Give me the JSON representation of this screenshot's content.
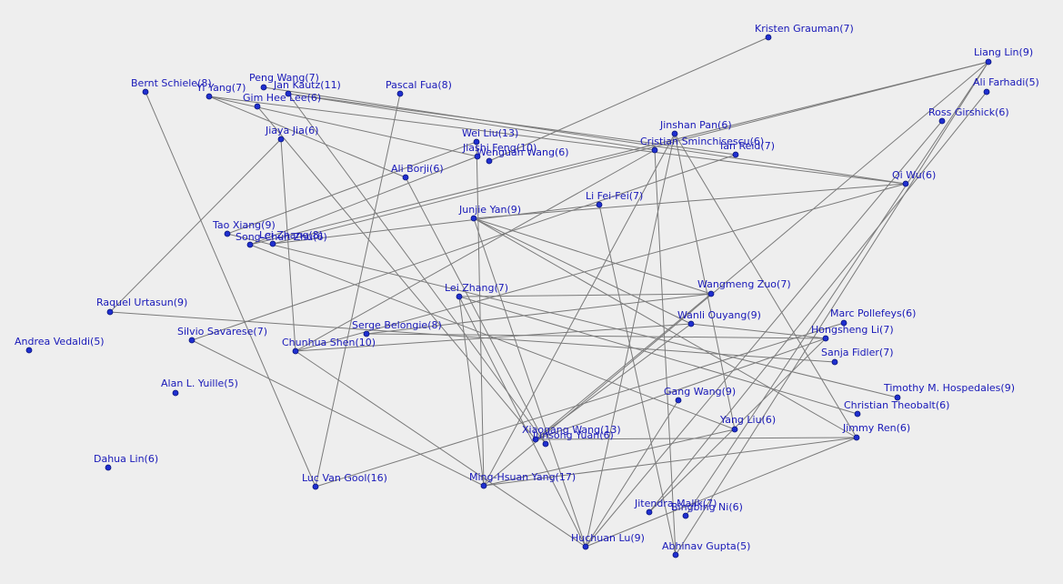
{
  "graph": {
    "nodes": [
      {
        "id": "kristen",
        "label": "Kristen Grauman(7)"
      },
      {
        "id": "liang",
        "label": "Liang Lin(9)"
      },
      {
        "id": "farhadi",
        "label": "Ali Farhadi(5)"
      },
      {
        "id": "girshick",
        "label": "Ross Girshick(6)"
      },
      {
        "id": "schiele",
        "label": "Bernt Schiele(8)"
      },
      {
        "id": "pengwang",
        "label": "Peng Wang(7)"
      },
      {
        "id": "yiyang",
        "label": "Yi Yang(7)"
      },
      {
        "id": "kautz",
        "label": "Jan Kautz(11)"
      },
      {
        "id": "gimhee",
        "label": "Gim Hee Lee(6)"
      },
      {
        "id": "fua",
        "label": "Pascal Fua(8)"
      },
      {
        "id": "jinshan",
        "label": "Jinshan Pan(6)"
      },
      {
        "id": "smin",
        "label": "Cristian Sminchisescu(6)"
      },
      {
        "id": "reid",
        "label": "Ian Reid(7)"
      },
      {
        "id": "jiaya",
        "label": "Jiaya Jia(6)"
      },
      {
        "id": "weiliu",
        "label": "Wei Liu(13)"
      },
      {
        "id": "jiashi",
        "label": "Jiashi Feng(10)"
      },
      {
        "id": "wenguan",
        "label": "Wenguan Wang(6)"
      },
      {
        "id": "qiwu",
        "label": "Qi Wu(6)"
      },
      {
        "id": "borji",
        "label": "Ali Borji(6)"
      },
      {
        "id": "feifei",
        "label": "Li Fei-Fei(7)"
      },
      {
        "id": "junjie",
        "label": "Junjie Yan(9)"
      },
      {
        "id": "taoxiang",
        "label": "Tao Xiang(9)"
      },
      {
        "id": "leizhang8",
        "label": "Lei Zhang(8)"
      },
      {
        "id": "songchun",
        "label": "Song-Chun Zhu(6)"
      },
      {
        "id": "raquel",
        "label": "Raquel Urtasun(9)"
      },
      {
        "id": "leizhang7",
        "label": "Lei Zhang(7)"
      },
      {
        "id": "wangmeng",
        "label": "Wangmeng Zuo(7)"
      },
      {
        "id": "pollefeys",
        "label": "Marc Pollefeys(6)"
      },
      {
        "id": "ouyang",
        "label": "Wanli Ouyang(9)"
      },
      {
        "id": "hongsheng",
        "label": "Hongsheng Li(7)"
      },
      {
        "id": "savarese",
        "label": "Silvio Savarese(7)"
      },
      {
        "id": "belongie",
        "label": "Serge Belongie(8)"
      },
      {
        "id": "vedaldi",
        "label": "Andrea Vedaldi(5)"
      },
      {
        "id": "chunhua",
        "label": "Chunhua Shen(10)"
      },
      {
        "id": "fidler",
        "label": "Sanja Fidler(7)"
      },
      {
        "id": "yuille",
        "label": "Alan L. Yuille(5)"
      },
      {
        "id": "hospedales",
        "label": "Timothy M. Hospedales(9)"
      },
      {
        "id": "gangwang",
        "label": "Gang Wang(9)"
      },
      {
        "id": "theobalt",
        "label": "Christian Theobalt(6)"
      },
      {
        "id": "yangliu",
        "label": "Yang Liu(6)"
      },
      {
        "id": "xiaogang",
        "label": "Xiaogang Wang(13)"
      },
      {
        "id": "jimmy",
        "label": "Jimmy Ren(6)"
      },
      {
        "id": "junsong",
        "label": "Junsong Yuan(6)"
      },
      {
        "id": "dahua",
        "label": "Dahua Lin(6)"
      },
      {
        "id": "vangool",
        "label": "Luc Van Gool(16)"
      },
      {
        "id": "mhyang",
        "label": "Ming-Hsuan Yang(17)"
      },
      {
        "id": "malik",
        "label": "Jitendra Malik(7)"
      },
      {
        "id": "bingbing",
        "label": "Bingbing Ni(6)"
      },
      {
        "id": "huchuan",
        "label": "Huchuan Lu(9)"
      },
      {
        "id": "gupta",
        "label": "Abhinav Gupta(5)"
      }
    ],
    "edges": [
      [
        "kristen",
        "wenguan"
      ],
      [
        "liang",
        "leizhang8"
      ],
      [
        "liang",
        "songchun"
      ],
      [
        "liang",
        "mhyang"
      ],
      [
        "liang",
        "gupta"
      ],
      [
        "liang",
        "bingbing"
      ],
      [
        "farhadi",
        "malik"
      ],
      [
        "girshick",
        "huchuan"
      ],
      [
        "schiele",
        "vangool"
      ],
      [
        "yiyang",
        "qiwu"
      ],
      [
        "yiyang",
        "borji"
      ],
      [
        "yiyang",
        "jiashi"
      ],
      [
        "pengwang",
        "qiwu"
      ],
      [
        "kautz",
        "reid"
      ],
      [
        "kautz",
        "junsong"
      ],
      [
        "kautz",
        "smin"
      ],
      [
        "gimhee",
        "xiaogang"
      ],
      [
        "fua",
        "vangool"
      ],
      [
        "jiaya",
        "raquel"
      ],
      [
        "jiaya",
        "chunhua"
      ],
      [
        "weiliu",
        "taoxiang"
      ],
      [
        "weiliu",
        "mhyang"
      ],
      [
        "jiashi",
        "songchun"
      ],
      [
        "borji",
        "junsong"
      ],
      [
        "feifei",
        "leizhang8"
      ],
      [
        "feifei",
        "gupta"
      ],
      [
        "junjie",
        "jimmy"
      ],
      [
        "junjie",
        "wangmeng"
      ],
      [
        "junjie",
        "ouyang"
      ],
      [
        "junjie",
        "huchuan"
      ],
      [
        "jinshan",
        "mhyang"
      ],
      [
        "jinshan",
        "huchuan"
      ],
      [
        "jinshan",
        "yangliu"
      ],
      [
        "jinshan",
        "jimmy"
      ],
      [
        "smin",
        "chunhua"
      ],
      [
        "smin",
        "gupta"
      ],
      [
        "reid",
        "savarese"
      ],
      [
        "qiwu",
        "chunhua"
      ],
      [
        "qiwu",
        "junjie"
      ],
      [
        "taoxiang",
        "hospedales"
      ],
      [
        "songchun",
        "yangliu"
      ],
      [
        "raquel",
        "fidler"
      ],
      [
        "leizhang7",
        "wangmeng"
      ],
      [
        "leizhang7",
        "mhyang"
      ],
      [
        "leizhang7",
        "theobalt"
      ],
      [
        "leizhang7",
        "huchuan"
      ],
      [
        "belongie",
        "wangmeng"
      ],
      [
        "belongie",
        "hongsheng"
      ],
      [
        "chunhua",
        "huchuan"
      ],
      [
        "chunhua",
        "ouyang"
      ],
      [
        "savarese",
        "mhyang"
      ],
      [
        "ouyang",
        "hongsheng"
      ],
      [
        "ouyang",
        "xiaogang"
      ],
      [
        "hongsheng",
        "xiaogang"
      ],
      [
        "hongsheng",
        "malik"
      ],
      [
        "pollefeys",
        "vangool"
      ],
      [
        "gangwang",
        "huchuan"
      ],
      [
        "yangliu",
        "mhyang"
      ],
      [
        "jimmy",
        "mhyang"
      ],
      [
        "jimmy",
        "xiaogang"
      ],
      [
        "jimmy",
        "huchuan"
      ],
      [
        "wangmeng",
        "xiaogang"
      ]
    ]
  }
}
